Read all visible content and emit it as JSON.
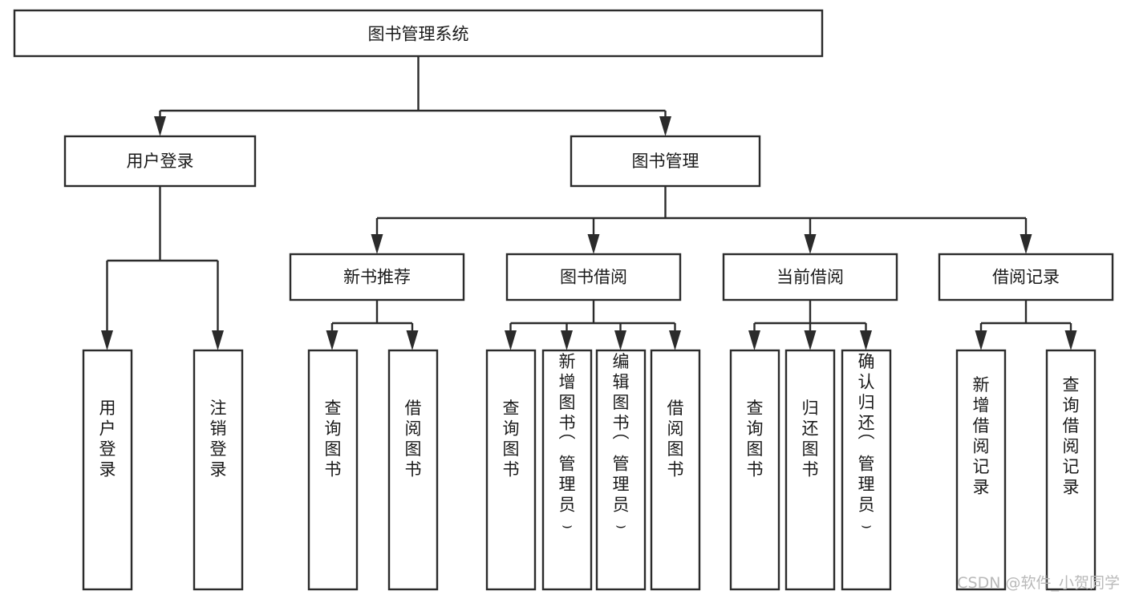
{
  "diagram": {
    "title": "图书管理系统",
    "type": "tree",
    "orientation": "top-down",
    "colors": {
      "background": "#ffffff",
      "box_fill": "#ffffff",
      "box_stroke": "#2b2b2b",
      "text": "#1a1a1a",
      "watermark": "#b9b9b9"
    },
    "levels": {
      "root": {
        "label": "图书管理系统"
      },
      "level2": [
        {
          "id": "user-login",
          "label": "用户登录"
        },
        {
          "id": "book-manage",
          "label": "图书管理"
        }
      ],
      "level3": [
        {
          "id": "new-book-rec",
          "label": "新书推荐",
          "parent": "book-manage"
        },
        {
          "id": "book-borrow",
          "label": "图书借阅",
          "parent": "book-manage"
        },
        {
          "id": "current-borrow",
          "label": "当前借阅",
          "parent": "book-manage"
        },
        {
          "id": "borrow-record",
          "label": "借阅记录",
          "parent": "book-manage"
        }
      ],
      "leaves": [
        {
          "id": "leaf-1",
          "label": "用户登录",
          "parent": "user-login"
        },
        {
          "id": "leaf-2",
          "label": "注销登录",
          "parent": "user-login"
        },
        {
          "id": "leaf-3",
          "label": "查询图书",
          "parent": "new-book-rec"
        },
        {
          "id": "leaf-4",
          "label": "借阅图书",
          "parent": "new-book-rec"
        },
        {
          "id": "leaf-5",
          "label": "查询图书",
          "parent": "book-borrow"
        },
        {
          "id": "leaf-6",
          "label": "新增图书（管理员）",
          "parent": "book-borrow"
        },
        {
          "id": "leaf-7",
          "label": "编辑图书（管理员）",
          "parent": "book-borrow"
        },
        {
          "id": "leaf-8",
          "label": "借阅图书",
          "parent": "book-borrow"
        },
        {
          "id": "leaf-9",
          "label": "查询图书",
          "parent": "current-borrow"
        },
        {
          "id": "leaf-10",
          "label": "归还图书",
          "parent": "current-borrow"
        },
        {
          "id": "leaf-11",
          "label": "确认归还（管理员）",
          "parent": "current-borrow"
        },
        {
          "id": "leaf-12",
          "label": "新增借阅记录",
          "parent": "borrow-record"
        },
        {
          "id": "leaf-13",
          "label": "查询借阅记录",
          "parent": "borrow-record"
        }
      ]
    }
  },
  "watermark": {
    "label": "CSDN @软件_小贺同学"
  }
}
